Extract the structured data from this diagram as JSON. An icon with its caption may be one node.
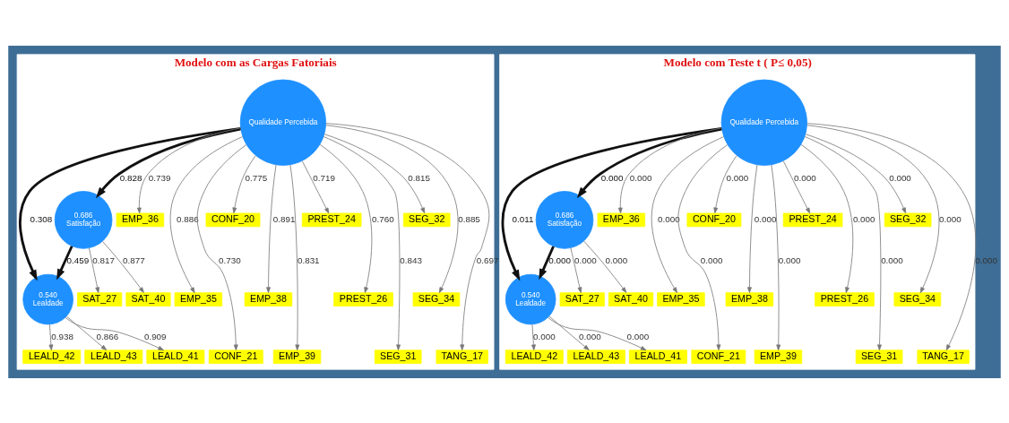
{
  "diagram": {
    "nodes": [
      {
        "text": [
          "Modelo com as Cargas Fatoriais"
        ]
      },
      {
        "text": [
          "Qualidade Percebida"
        ],
        "in": 0
      },
      {
        "text": [
          "0.686",
          "Satisfação"
        ],
        "in": 0
      },
      {
        "text": [
          "0.540",
          "Lealdade"
        ],
        "in": 0
      },
      {
        "text": [
          "EMP_36"
        ],
        "in": 0
      },
      {
        "text": [
          "EMP_35"
        ],
        "in": 0
      },
      {
        "text": [
          "CONF_21"
        ],
        "in": 0
      },
      {
        "text": [
          "CONF_20"
        ],
        "in": 0
      },
      {
        "text": [
          "EMP_38"
        ],
        "in": 0
      },
      {
        "text": [
          "EMP_39"
        ],
        "in": 0
      },
      {
        "text": [
          "PREST_24"
        ],
        "in": 0
      },
      {
        "text": [
          "PREST_26"
        ],
        "in": 0
      },
      {
        "text": [
          "SEG_31"
        ],
        "in": 0
      },
      {
        "text": [
          "SEG_32"
        ],
        "in": 0
      },
      {
        "text": [
          "SEG_34"
        ],
        "in": 0
      },
      {
        "text": [
          "TANG_17"
        ],
        "in": 0
      },
      {
        "text": [
          "SAT_27"
        ],
        "in": 0
      },
      {
        "text": [
          "SAT_40"
        ],
        "in": 0
      },
      {
        "text": [
          "LEALD_41"
        ],
        "in": 0
      },
      {
        "text": [
          "LEALD_42"
        ],
        "in": 0
      },
      {
        "text": [
          "LEALD_43"
        ],
        "in": 0
      },
      {
        "text": [
          "Modelo com Teste t ( P≤ 0,05)"
        ]
      },
      {
        "text": [
          "Qualidade Percebida"
        ],
        "in": 21
      },
      {
        "text": [
          "0.686",
          "Satisfação"
        ],
        "in": 21
      },
      {
        "text": [
          "0.540",
          "Lealdade"
        ],
        "in": 21
      },
      {
        "text": [
          "EMP_36"
        ],
        "in": 21
      },
      {
        "text": [
          "EMP_35"
        ],
        "in": 21
      },
      {
        "text": [
          "CONF_21"
        ],
        "in": 21
      },
      {
        "text": [
          "CONF_20"
        ],
        "in": 21
      },
      {
        "text": [
          "EMP_38"
        ],
        "in": 21
      },
      {
        "text": [
          "EMP_39"
        ],
        "in": 21
      },
      {
        "text": [
          "PREST_24"
        ],
        "in": 21
      },
      {
        "text": [
          "PREST_26"
        ],
        "in": 21
      },
      {
        "text": [
          "SEG_31"
        ],
        "in": 21
      },
      {
        "text": [
          "SEG_32"
        ],
        "in": 21
      },
      {
        "text": [
          "SEG_34"
        ],
        "in": 21
      },
      {
        "text": [
          "TANG_17"
        ],
        "in": 21
      },
      {
        "text": [
          "SAT_27"
        ],
        "in": 21
      },
      {
        "text": [
          "SAT_40"
        ],
        "in": 21
      },
      {
        "text": [
          "LEALD_41"
        ],
        "in": 21
      },
      {
        "text": [
          "LEALD_42"
        ],
        "in": 21
      },
      {
        "text": [
          "LEALD_43"
        ],
        "in": 21
      }
    ],
    "edges": [
      {
        "from": 1,
        "to": 4,
        "arrow": "to",
        "label": "0.739"
      },
      {
        "from": 1,
        "to": 5,
        "arrow": "to",
        "label": "0.886"
      },
      {
        "from": 1,
        "to": 6,
        "arrow": "to",
        "label": "0.730"
      },
      {
        "from": 1,
        "to": 7,
        "arrow": "to",
        "label": "0.775"
      },
      {
        "from": 1,
        "to": 8,
        "arrow": "to",
        "label": "0.891"
      },
      {
        "from": 1,
        "to": 9,
        "arrow": "to",
        "label": "0.831"
      },
      {
        "from": 1,
        "to": 10,
        "arrow": "to",
        "label": "0.719"
      },
      {
        "from": 1,
        "to": 11,
        "arrow": "to",
        "label": "0.760"
      },
      {
        "from": 1,
        "to": 12,
        "arrow": "to",
        "label": "0.843"
      },
      {
        "from": 1,
        "to": 13,
        "arrow": "to",
        "label": "0.815"
      },
      {
        "from": 1,
        "to": 14,
        "arrow": "to",
        "label": "0.885"
      },
      {
        "from": 1,
        "to": 15,
        "arrow": "to",
        "label": "0.697"
      },
      {
        "from": 1,
        "to": 2,
        "arrow": "to",
        "label": "0.828",
        "style": "thick",
        "color": "#111111"
      },
      {
        "from": 1,
        "to": 3,
        "arrow": "to",
        "label": "0.308",
        "style": "thick",
        "color": "#111111"
      },
      {
        "from": 2,
        "to": 3,
        "arrow": "to",
        "label": "0.459",
        "style": "thick",
        "color": "#111111"
      },
      {
        "from": 2,
        "to": 16,
        "arrow": "to",
        "label": "0.817"
      },
      {
        "from": 2,
        "to": 17,
        "arrow": "to",
        "label": "0.877"
      },
      {
        "from": 3,
        "to": 18,
        "arrow": "to",
        "label": "0.909"
      },
      {
        "from": 3,
        "to": 19,
        "arrow": "to",
        "label": "0.938"
      },
      {
        "from": 3,
        "to": 20,
        "arrow": "to",
        "label": "0.866"
      },
      {
        "from": 22,
        "to": 25,
        "arrow": "to",
        "label": "0.000"
      },
      {
        "from": 22,
        "to": 26,
        "arrow": "to",
        "label": "0.000"
      },
      {
        "from": 22,
        "to": 27,
        "arrow": "to",
        "label": "0.000"
      },
      {
        "from": 22,
        "to": 28,
        "arrow": "to",
        "label": "0.000"
      },
      {
        "from": 22,
        "to": 29,
        "arrow": "to",
        "label": "0.000"
      },
      {
        "from": 22,
        "to": 30,
        "arrow": "to",
        "label": "0.000"
      },
      {
        "from": 22,
        "to": 31,
        "arrow": "to",
        "label": "0.000"
      },
      {
        "from": 22,
        "to": 32,
        "arrow": "to",
        "label": "0.000"
      },
      {
        "from": 22,
        "to": 33,
        "arrow": "to",
        "label": "0.000"
      },
      {
        "from": 22,
        "to": 34,
        "arrow": "to",
        "label": "0.000"
      },
      {
        "from": 22,
        "to": 35,
        "arrow": "to",
        "label": "0.000"
      },
      {
        "from": 22,
        "to": 36,
        "arrow": "to",
        "label": "0.000"
      },
      {
        "from": 22,
        "to": 23,
        "arrow": "to",
        "label": "0.000",
        "style": "thick",
        "color": "#111111"
      },
      {
        "from": 22,
        "to": 24,
        "arrow": "to",
        "label": "0.011",
        "style": "thick",
        "color": "#111111"
      },
      {
        "from": 23,
        "to": 24,
        "arrow": "to",
        "label": "0.000",
        "style": "thick",
        "color": "#111111"
      },
      {
        "from": 23,
        "to": 37,
        "arrow": "to",
        "label": "0.000"
      },
      {
        "from": 23,
        "to": 38,
        "arrow": "to",
        "label": "0.000"
      },
      {
        "from": 24,
        "to": 39,
        "arrow": "to",
        "label": "0.000"
      },
      {
        "from": 24,
        "to": 40,
        "arrow": "to",
        "label": "0.000"
      },
      {
        "from": 24,
        "to": 41,
        "arrow": "to",
        "label": "0.000"
      }
    ]
  }
}
